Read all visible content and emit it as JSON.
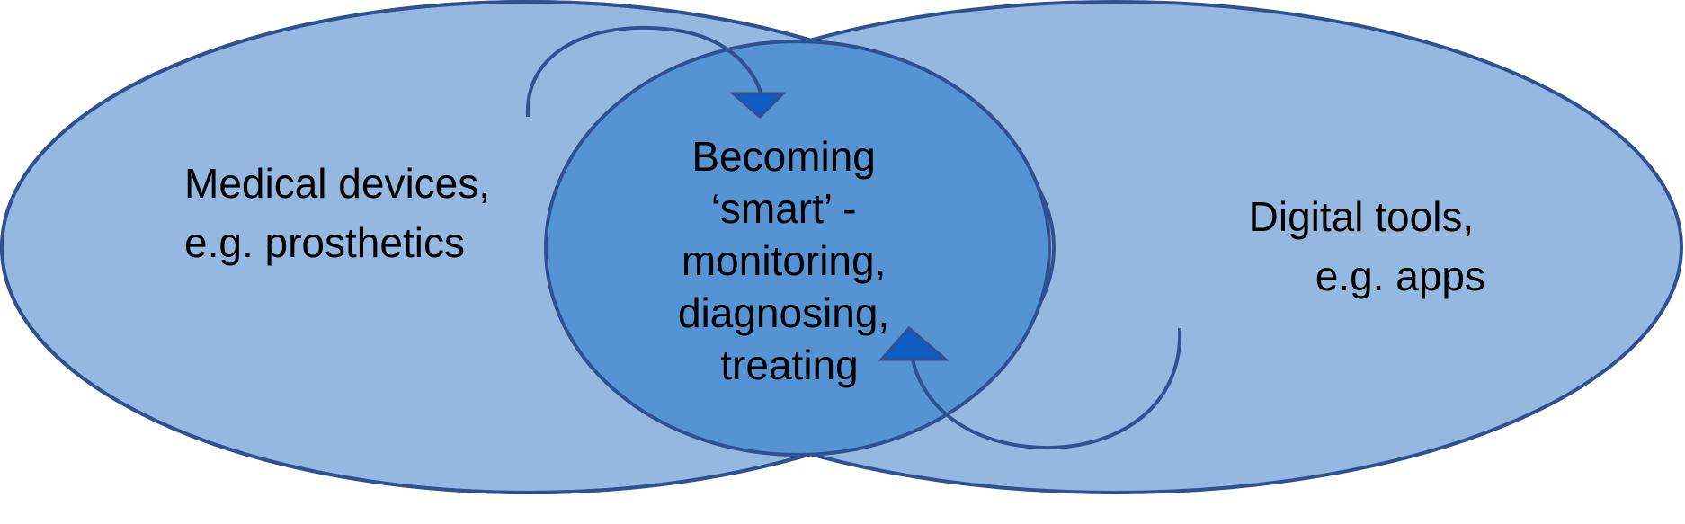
{
  "colors": {
    "outer_fill": "#94b8e0",
    "center_fill": "#5593d2",
    "stroke": "#2f5191",
    "arrow_fill": "#0e5bc2"
  },
  "left_ellipse": {
    "lines": [
      "Medical devices,",
      "e.g. prosthetics"
    ]
  },
  "right_ellipse": {
    "lines": [
      "Digital tools,",
      "e.g. apps"
    ]
  },
  "center_ellipse": {
    "lines": [
      "Becoming",
      "‘smart’ -",
      "monitoring,",
      "diagnosing,",
      "treating"
    ]
  },
  "icons": {
    "top_arrow": "curved-arrow-icon",
    "bottom_arrow": "curved-arrow-icon"
  }
}
